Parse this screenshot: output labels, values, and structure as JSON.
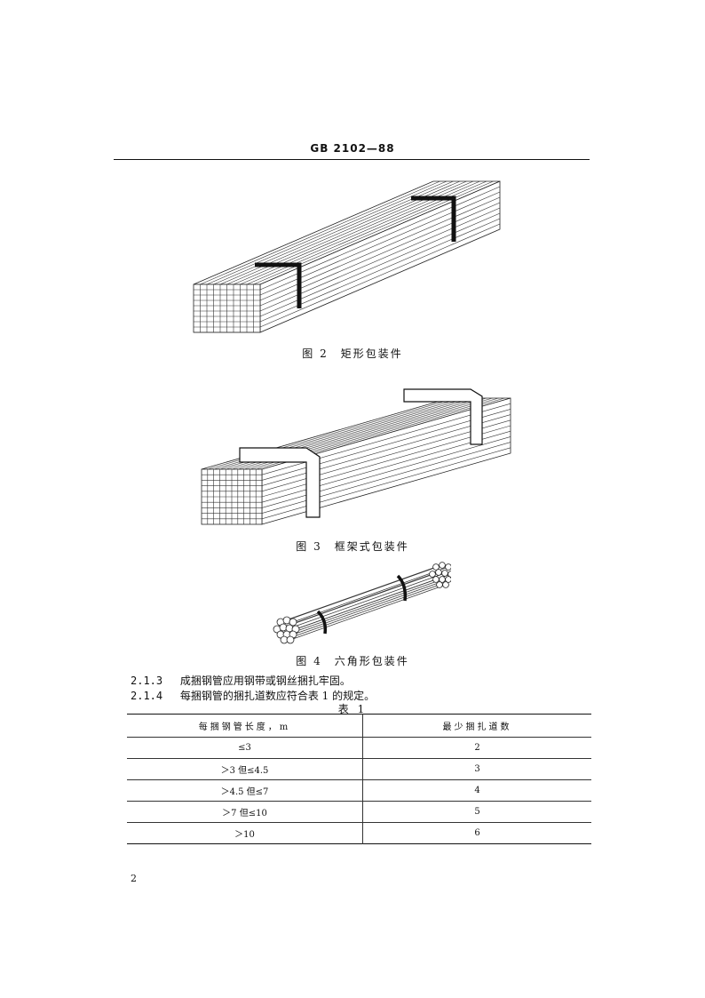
{
  "header": {
    "code": "GB 2102—88"
  },
  "figures": [
    {
      "caption": "图 2　矩形包装件",
      "icon": "rectangular-bundle-drawing"
    },
    {
      "caption": "图 3　框架式包装件",
      "icon": "framed-bundle-drawing"
    },
    {
      "caption": "图 4　六角形包装件",
      "icon": "hexagonal-bundle-drawing"
    }
  ],
  "clauses": [
    {
      "number": "2.1.3",
      "text": "成捆钢管应用钢带或钢丝捆扎牢固。"
    },
    {
      "number": "2.1.4",
      "text": "每捆钢管的捆扎道数应符合表 1 的规定。"
    }
  ],
  "table": {
    "title": "表 1",
    "headers": [
      "每捆钢管长度，m",
      "最少捆扎道数"
    ],
    "rows": [
      [
        "≤3",
        "2"
      ],
      [
        "＞3 但≤4.5",
        "3"
      ],
      [
        "＞4.5 但≤7",
        "4"
      ],
      [
        "＞7 但≤10",
        "5"
      ],
      [
        "＞10",
        "6"
      ]
    ]
  },
  "page_number": "2"
}
